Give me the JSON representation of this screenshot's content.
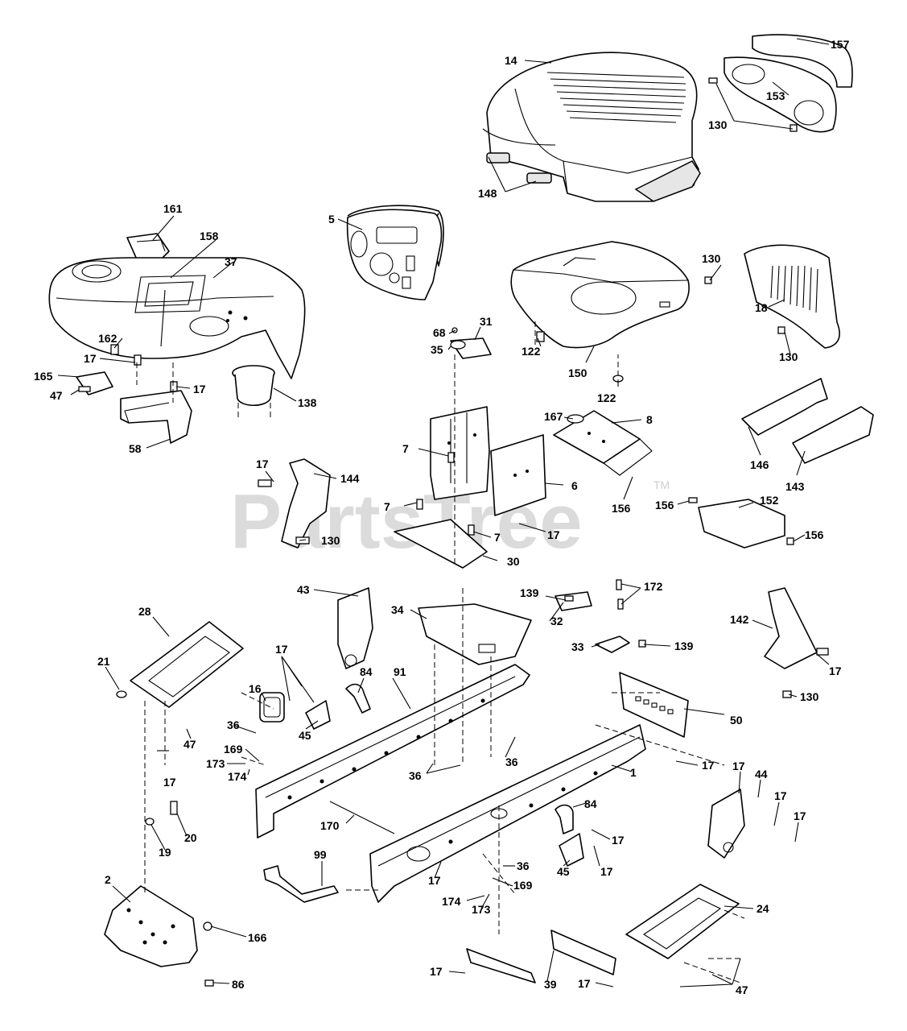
{
  "watermark": {
    "text": "PartsTree",
    "tm": "TM"
  },
  "callouts": [
    "14",
    "157",
    "153",
    "130",
    "148",
    "161",
    "158",
    "37",
    "5",
    "130",
    "18",
    "130",
    "162",
    "17",
    "165",
    "17",
    "47",
    "138",
    "58",
    "68",
    "31",
    "35",
    "122",
    "150",
    "122",
    "167",
    "8",
    "7",
    "6",
    "144",
    "17",
    "130",
    "7",
    "17",
    "7",
    "30",
    "156",
    "156",
    "152",
    "156",
    "146",
    "143",
    "43",
    "139",
    "172",
    "32",
    "34",
    "33",
    "139",
    "28",
    "21",
    "17",
    "91",
    "84",
    "16",
    "45",
    "142",
    "17",
    "130",
    "50",
    "36",
    "169",
    "173",
    "174",
    "47",
    "36",
    "36",
    "17",
    "1",
    "17",
    "44",
    "17",
    "17",
    "17",
    "20",
    "19",
    "170",
    "84",
    "17",
    "17",
    "45",
    "99",
    "36",
    "17",
    "169",
    "174",
    "173",
    "2",
    "166",
    "86",
    "24",
    "17",
    "39",
    "17",
    "47"
  ]
}
